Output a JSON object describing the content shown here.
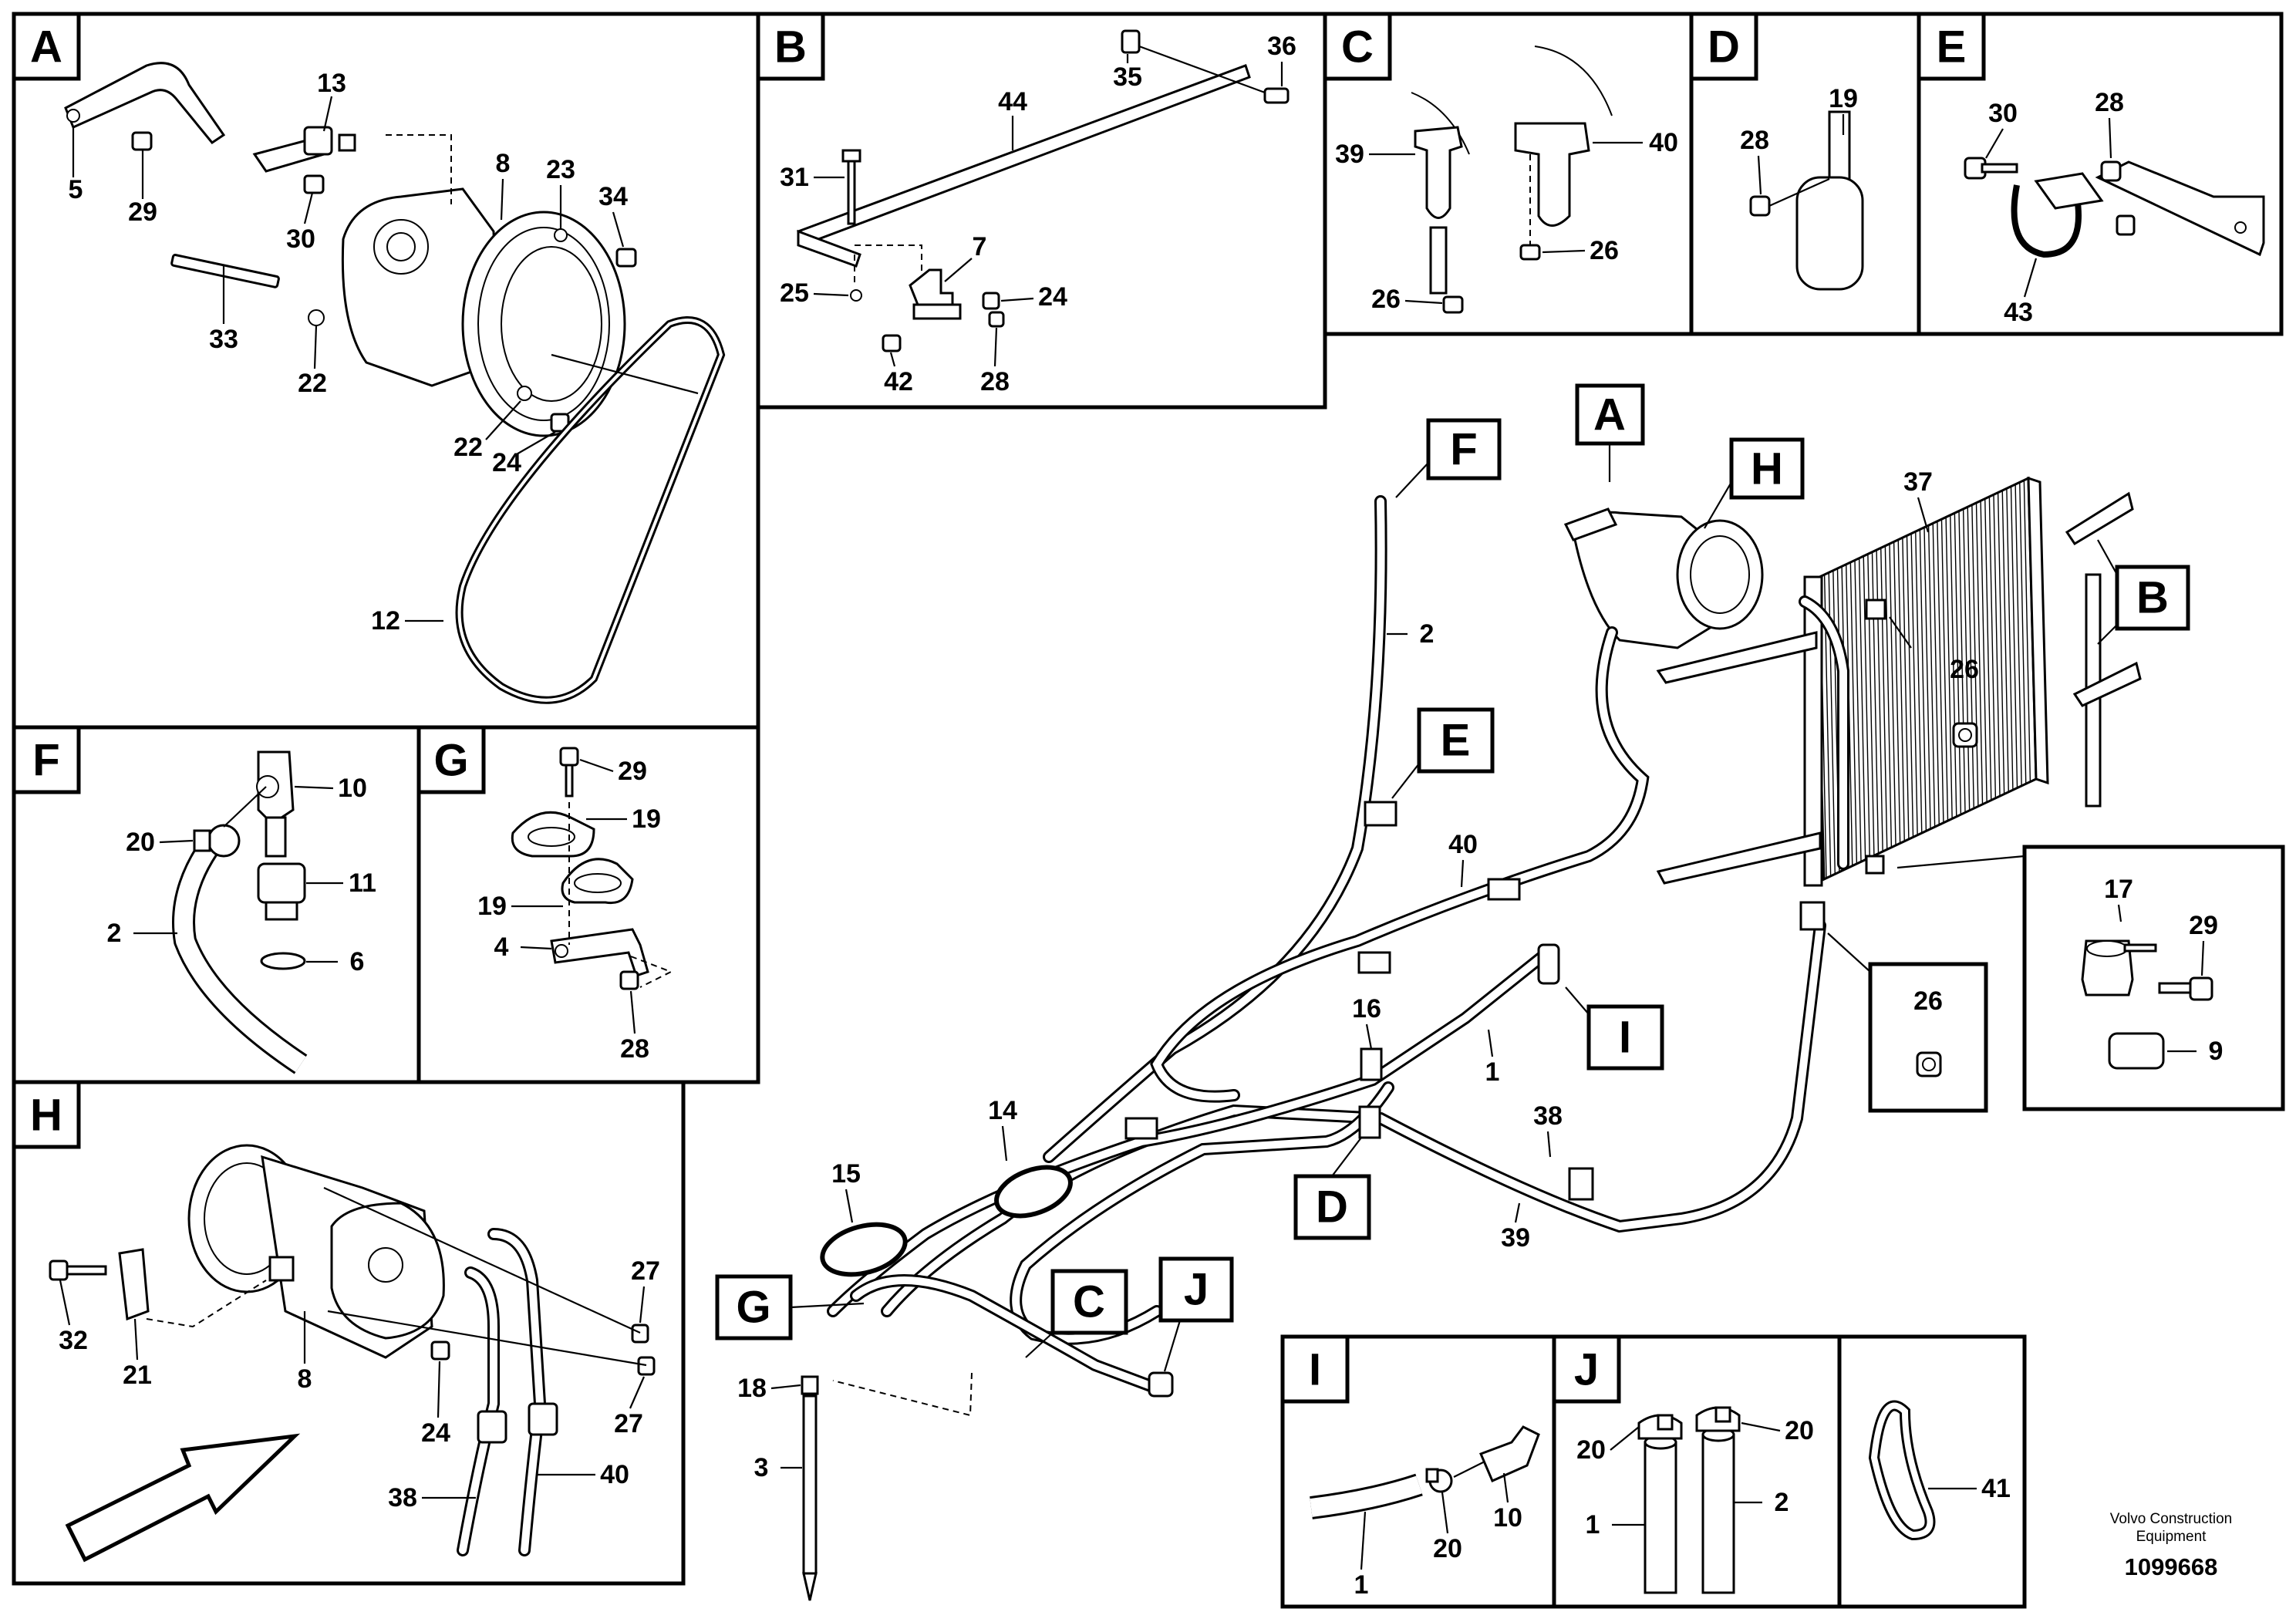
{
  "panels": {
    "A": "A",
    "B": "B",
    "C": "C",
    "D": "D",
    "E": "E",
    "F": "F",
    "G": "G",
    "H": "H",
    "I": "I",
    "J": "J"
  },
  "callouts": {
    "A": [
      "5",
      "29",
      "13",
      "30",
      "8",
      "23",
      "34",
      "33",
      "22",
      "22",
      "24",
      "12"
    ],
    "B": [
      "44",
      "35",
      "36",
      "31",
      "7",
      "25",
      "24",
      "42",
      "28"
    ],
    "C": [
      "39",
      "40",
      "26",
      "26"
    ],
    "D": [
      "19",
      "28"
    ],
    "E": [
      "30",
      "28",
      "43"
    ],
    "F": [
      "10",
      "20",
      "11",
      "2",
      "6"
    ],
    "G": [
      "29",
      "19",
      "19",
      "4",
      "28"
    ],
    "H": [
      "27",
      "32",
      "21",
      "8",
      "27",
      "24",
      "38",
      "40"
    ],
    "I": [
      "10",
      "20",
      "1"
    ],
    "J": [
      "20",
      "20",
      "1",
      "2",
      "41"
    ]
  },
  "main_callouts": [
    "37",
    "2",
    "26",
    "40",
    "26",
    "17",
    "29",
    "9",
    "16",
    "1",
    "14",
    "38",
    "15",
    "39",
    "18",
    "3"
  ],
  "main_refs": [
    "F",
    "A",
    "H",
    "B",
    "E",
    "I",
    "D",
    "G",
    "C",
    "J"
  ],
  "footer": {
    "brand_line1": "Volvo Construction",
    "brand_line2": "Equipment",
    "doc_number": "1099668"
  }
}
